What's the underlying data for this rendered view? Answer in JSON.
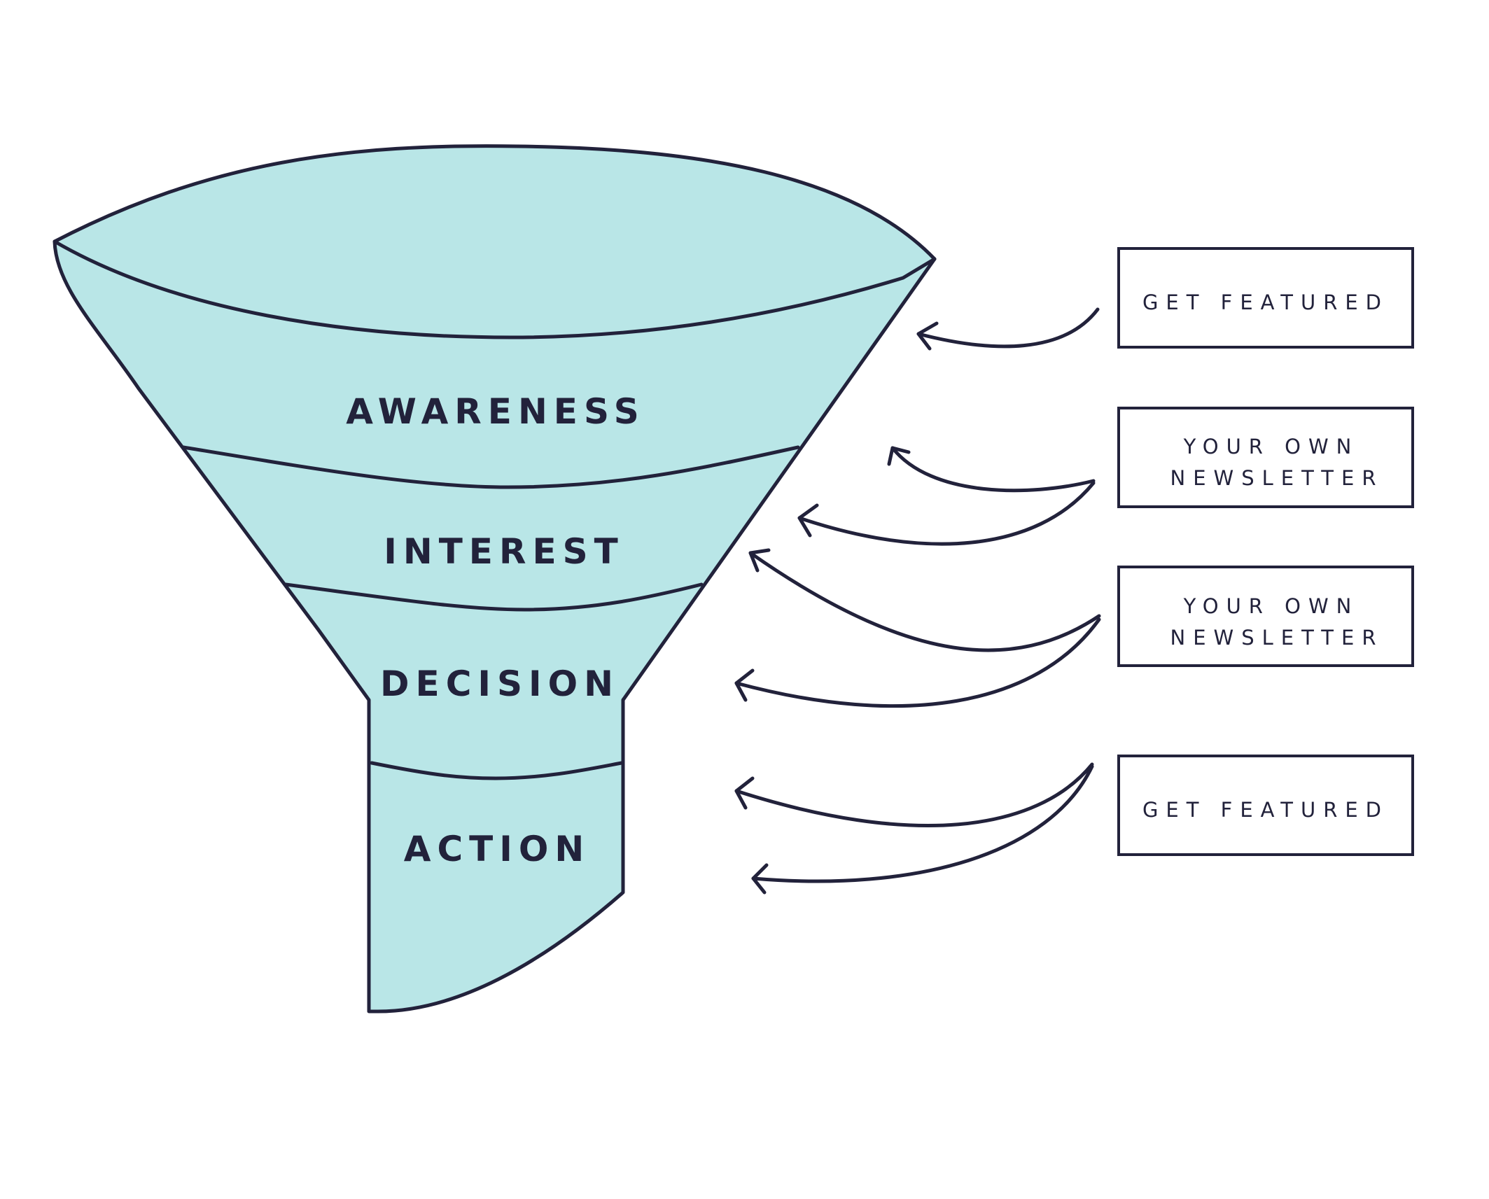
{
  "colors": {
    "funnel_fill": "#b9e6e7",
    "stroke": "#22223b",
    "background": "#ffffff"
  },
  "funnel": {
    "stages": [
      {
        "label": "AWARENESS"
      },
      {
        "label": "INTEREST"
      },
      {
        "label": "DECISION"
      },
      {
        "label": "ACTION"
      }
    ]
  },
  "channels": [
    {
      "lines": [
        "GET FEATURED"
      ]
    },
    {
      "lines": [
        "YOUR OWN",
        "NEWSLETTER"
      ]
    },
    {
      "lines": [
        "YOUR OWN",
        "NEWSLETTER"
      ]
    },
    {
      "lines": [
        "GET FEATURED"
      ]
    }
  ]
}
